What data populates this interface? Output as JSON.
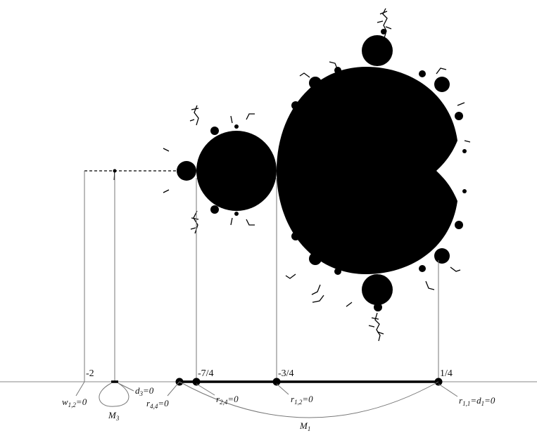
{
  "ticks": {
    "minus_two": "-2",
    "minus_seven_fourths": "-7/4",
    "minus_three_fourths": "-3/4",
    "one_fourth": "1/4"
  },
  "labels": {
    "w12": {
      "main": "w",
      "sub": "1,2",
      "rest": "=0"
    },
    "d3": {
      "main": "d",
      "sub": "3",
      "rest": "=0"
    },
    "M3": {
      "main": "M",
      "sub": "3"
    },
    "r44": {
      "main": "r",
      "sub": "4,4",
      "rest": "=0"
    },
    "r24": {
      "main": "r",
      "sub": "2,4",
      "rest": "=0"
    },
    "r12": {
      "main": "r",
      "sub": "1,2",
      "rest": "=0"
    },
    "r11": {
      "main": "r",
      "sub": "1,1",
      "rest": "=d",
      "sub2": "1",
      "rest2": "=0"
    },
    "M1": {
      "main": "M",
      "sub": "1"
    }
  }
}
